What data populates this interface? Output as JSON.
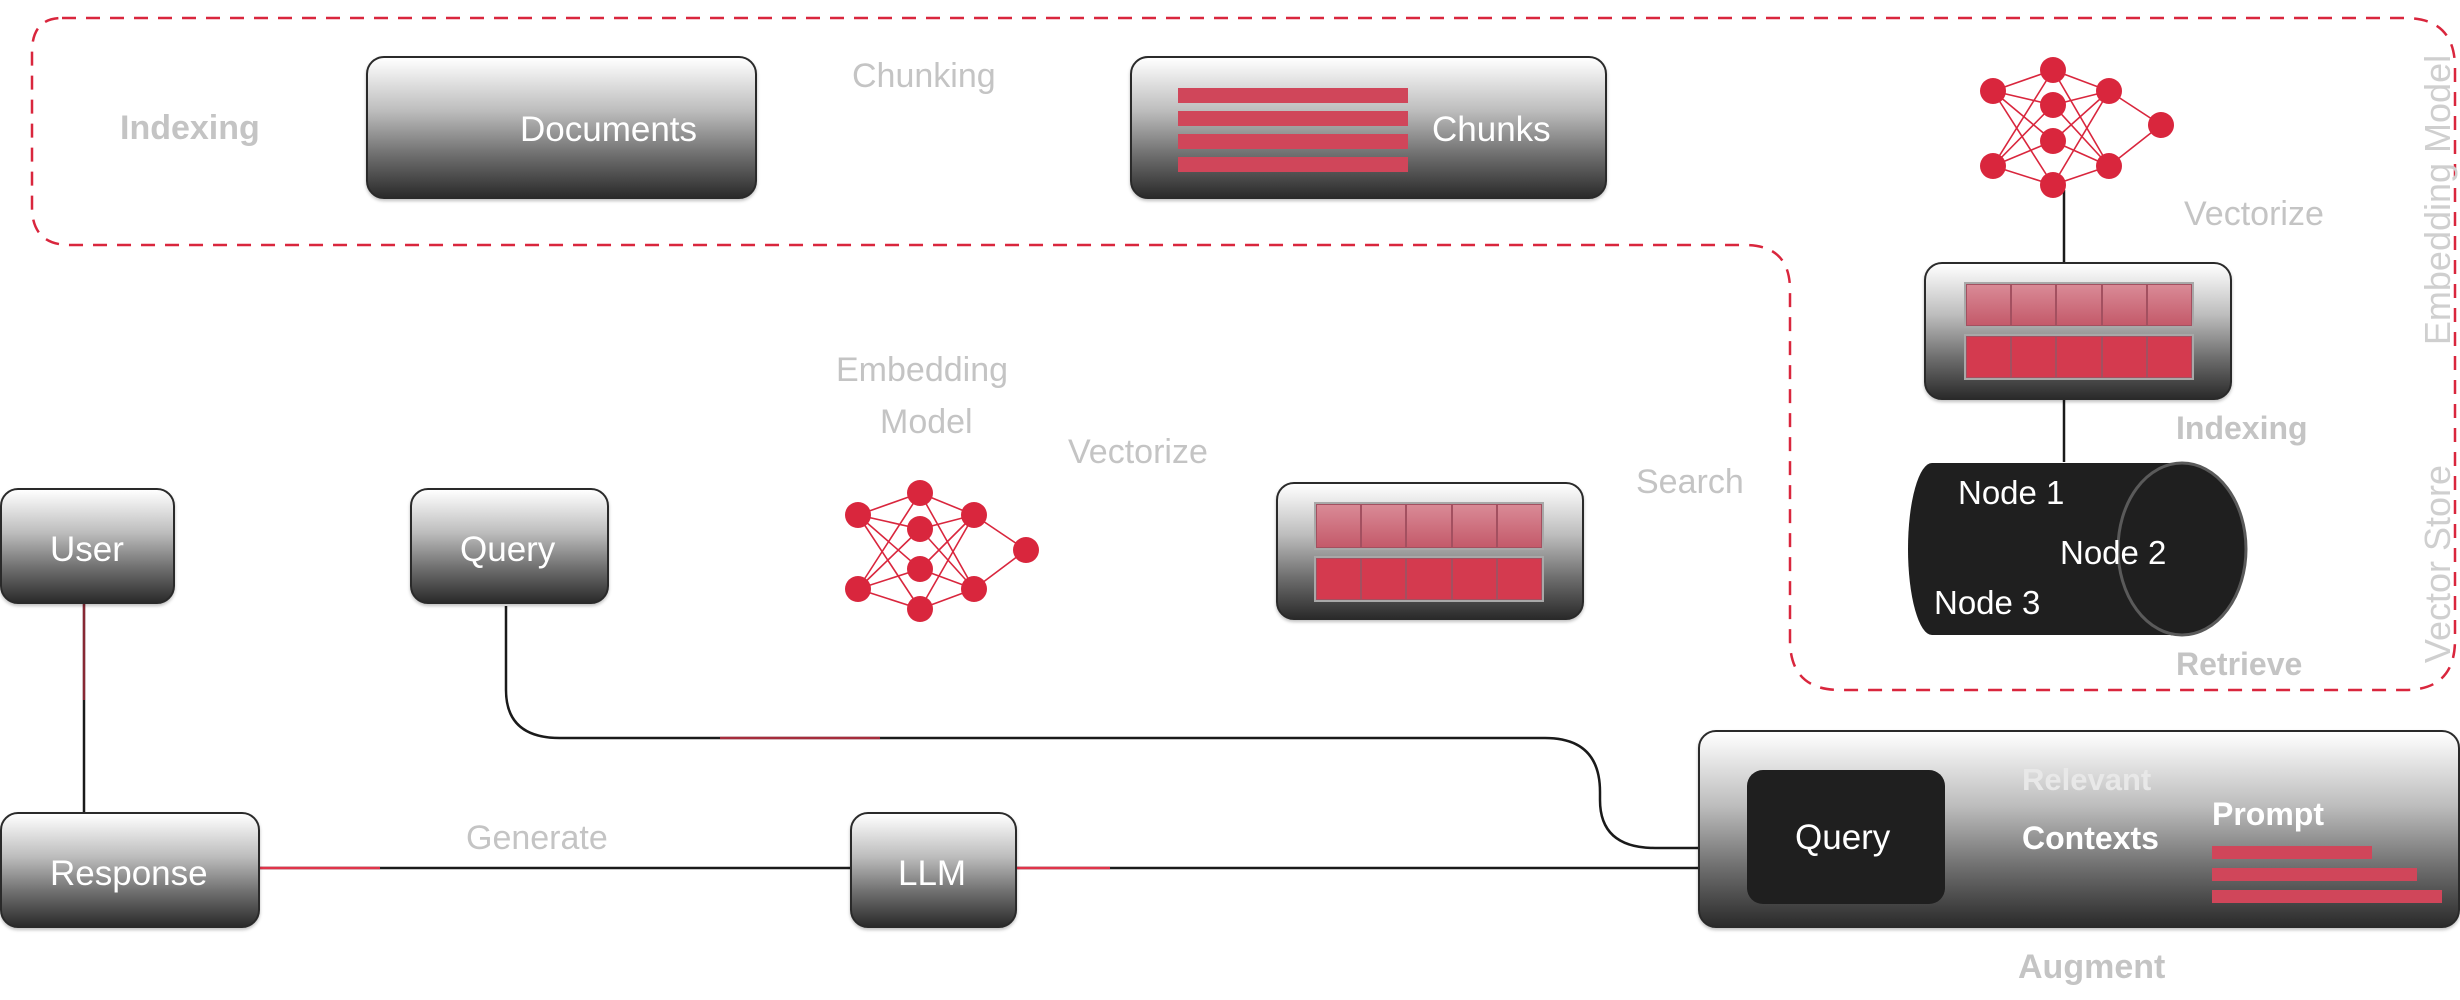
{
  "nodes": {
    "documents": "Documents",
    "chunks": "Chunks",
    "user": "User",
    "query": "Query",
    "response": "Response",
    "llm": "LLM",
    "augment_query": "Query"
  },
  "labels": {
    "indexing_section": "Indexing",
    "chunking": "Chunking",
    "vectorize_top": "Vectorize",
    "indexing_right": "Indexing",
    "embedding_model_vertical": "Embedding Model",
    "vector_store_vertical": "Vector Store",
    "embedding_model_mid_1": "Embedding",
    "embedding_model_mid_2": "Model",
    "vectorize_mid": "Vectorize",
    "search": "Search",
    "retrieve": "Retrieve",
    "generate": "Generate",
    "relevant": "Relevant",
    "contexts": "Contexts",
    "prompt": "Prompt",
    "augment": "Augment"
  },
  "vector_store": {
    "node1": "Node 1",
    "node2": "Node 2",
    "node3": "Node 3"
  },
  "colors": {
    "accent": "#d9263d",
    "dash": "#d9263d",
    "line": "#1a1a1a",
    "muted_text": "#c4c4c4",
    "dark_fill": "#1f1f1f"
  },
  "icons": [
    "document-icon",
    "chunks-icon",
    "neural-network-icon",
    "vector-grid-icon",
    "cylinder-icon",
    "prompt-bars-icon"
  ]
}
